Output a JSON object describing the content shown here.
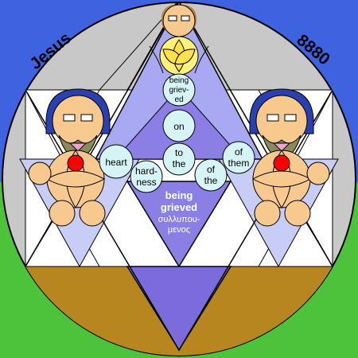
{
  "corner_left": "Jesus",
  "corner_right": "8880",
  "circles": {
    "being_grieved_small": [
      "being",
      "griev-",
      "ed"
    ],
    "on": "on",
    "to_the": [
      "to",
      "the"
    ],
    "heart": "heart",
    "hardness": [
      "hard-",
      "ness"
    ],
    "of_the": [
      "of",
      "the"
    ],
    "of_them": [
      "of",
      "them"
    ]
  },
  "center_label": [
    "being",
    "grieved"
  ],
  "greek_label": [
    "συλλυπου-",
    "μενος"
  ],
  "colors": {
    "sky": "#3f62e0",
    "grass": "#4cc33a",
    "disc": "#c8c8c8",
    "upper_star": "#a9a9f3",
    "diamond": "#8b7fe6",
    "lower_dark": "#7b6bdc",
    "bottom_brown": "#b8861f",
    "pale_circle": "#d6f3f6",
    "skin": "#f7c98e",
    "hair": "#2a3fb0",
    "halo": "#fff27a",
    "red": "#ff0000"
  }
}
